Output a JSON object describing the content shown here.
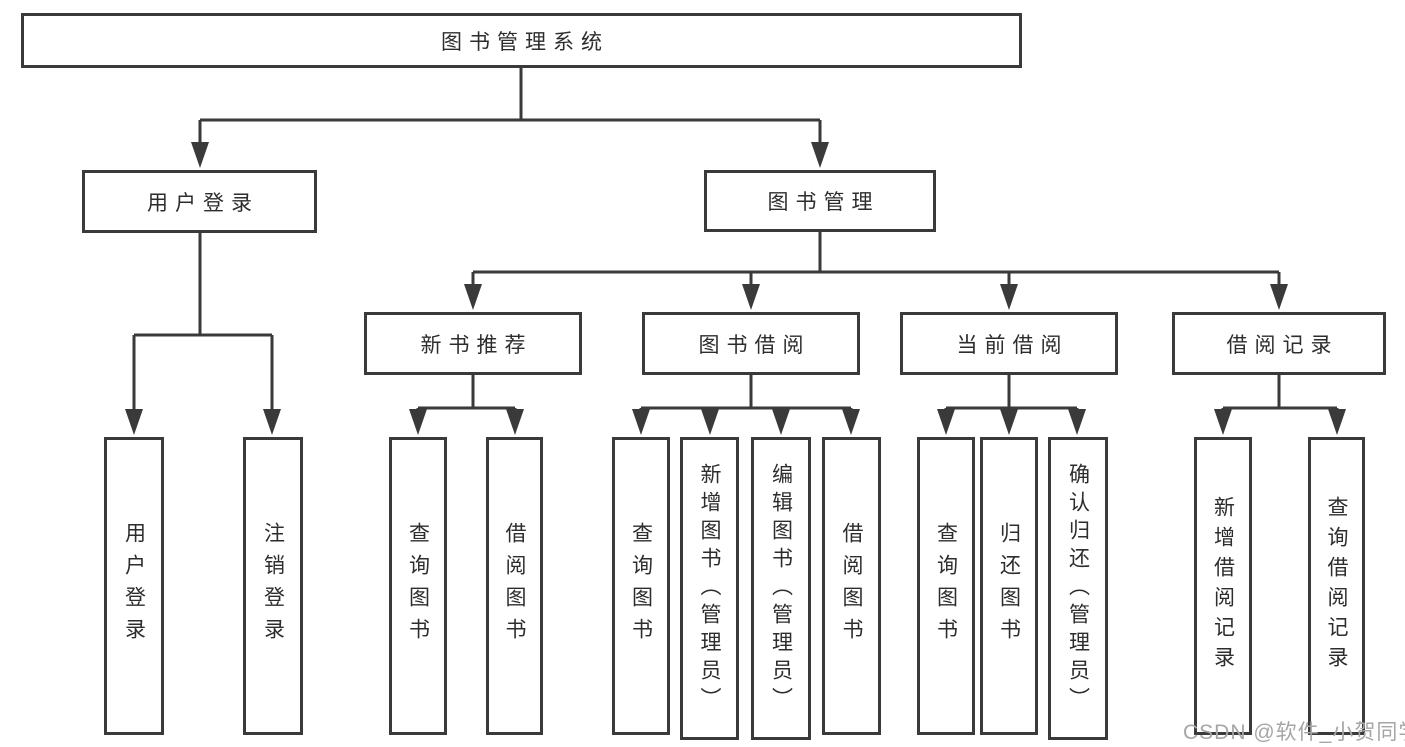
{
  "diagram": {
    "root": {
      "label": "图书管理系统"
    },
    "user_login": {
      "label": "用户登录",
      "children": [
        {
          "label": "用户登录"
        },
        {
          "label": "注销登录"
        }
      ]
    },
    "book_management": {
      "label": "图书管理",
      "sections": [
        {
          "label": "新书推荐",
          "children": [
            {
              "label": "查询图书"
            },
            {
              "label": "借阅图书"
            }
          ]
        },
        {
          "label": "图书借阅",
          "children": [
            {
              "label": "查询图书"
            },
            {
              "label": "新增图书（管理员）"
            },
            {
              "label": "编辑图书（管理员）"
            },
            {
              "label": "借阅图书"
            }
          ]
        },
        {
          "label": "当前借阅",
          "children": [
            {
              "label": "查询图书"
            },
            {
              "label": "归还图书"
            },
            {
              "label": "确认归还（管理员）"
            }
          ]
        },
        {
          "label": "借阅记录",
          "children": [
            {
              "label": "新增借阅记录"
            },
            {
              "label": "查询借阅记录"
            }
          ]
        }
      ]
    }
  },
  "watermark": {
    "text": "CSDN @软件_小贺同学"
  },
  "colors": {
    "line": "#3a3a3a",
    "text": "#2d2d2d",
    "watermark": "#a6a6a6",
    "background": "#ffffff"
  }
}
